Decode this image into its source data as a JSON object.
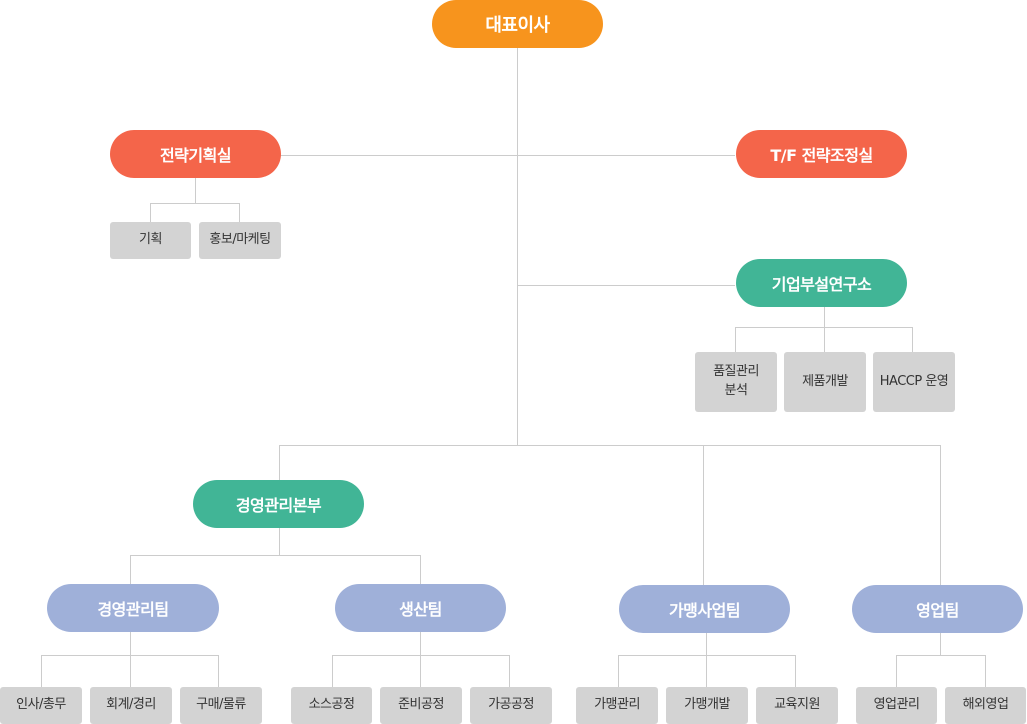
{
  "org": {
    "ceo": "대표이사",
    "strategy_office": {
      "label": "전략기획실",
      "teams": [
        "기획",
        "홍보/마케팅"
      ]
    },
    "tf_office": {
      "label": "T/F 전략조정실"
    },
    "research_lab": {
      "label": "기업부설연구소",
      "teams": [
        "품질관리\n분석",
        "제품개발",
        "HACCP 운영"
      ]
    },
    "management_hq": {
      "label": "경영관리본부",
      "divisions": [
        {
          "label": "경영관리팀",
          "teams": [
            "인사/총무",
            "회계/경리",
            "구매/물류"
          ]
        },
        {
          "label": "생산팀",
          "teams": [
            "소스공정",
            "준비공정",
            "가공공정"
          ]
        }
      ]
    },
    "franchise_team": {
      "label": "가맹사업팀",
      "teams": [
        "가맹관리",
        "가맹개발",
        "교육지원"
      ]
    },
    "sales_team": {
      "label": "영업팀",
      "teams": [
        "영업관리",
        "해외영업"
      ]
    }
  },
  "colors": {
    "ceo": "#f7941d",
    "office": "#f4654a",
    "division": "#41b596",
    "team": "#9fb0d9",
    "leaf": "#d3d3d3",
    "line": "#cccccc"
  }
}
